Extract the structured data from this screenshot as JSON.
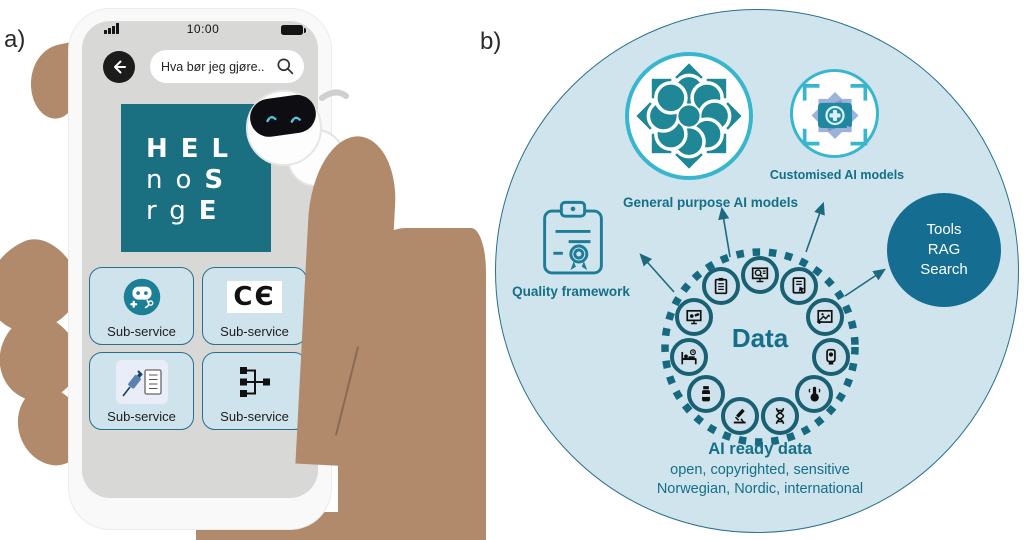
{
  "panels": {
    "a_label": "a)",
    "b_label": "b)"
  },
  "phone": {
    "status": {
      "time": "10:00"
    },
    "search": {
      "query": "Hva bør jeg gjøre.."
    },
    "logo": {
      "row1_bold": "HEL",
      "row2_light": "no",
      "row2_bold": "S",
      "row3_light": "rg",
      "row3_bold": "E"
    },
    "services": [
      {
        "icon": "robot-assistant-icon",
        "label": "Sub-service"
      },
      {
        "icon": "ce-mark-icon",
        "label": "Sub-service",
        "mark": "CЄ"
      },
      {
        "icon": "syringe-checklist-icon",
        "label": "Sub-service"
      },
      {
        "icon": "flowchart-icon",
        "label": "Sub-service"
      }
    ]
  },
  "ecosystem": {
    "labels": {
      "general": "General purpose AI models",
      "customised": "Customised AI models",
      "quality": "Quality framework"
    },
    "tools_circle": {
      "lines": [
        "Tools",
        "RAG",
        "Search"
      ]
    },
    "data_circle": {
      "title": "Data",
      "icons": [
        "screen-search",
        "document-hand",
        "medical-image",
        "health-device",
        "touch-hand",
        "dna",
        "microscope",
        "medicine-bottle",
        "hospital-bed",
        "monitor-prescription",
        "clipboard"
      ]
    },
    "ai_ready": {
      "title": "AI ready data",
      "line1": "open, copyrighted, sensitive",
      "line2": "Norwegian, Nordic, international"
    }
  },
  "colors": {
    "teal_text": "#156f88",
    "panel_bg": "#cfe4ed",
    "flower_teal": "#1f8795",
    "ring_cyan": "#38b6ce",
    "tools_fill": "#156e92",
    "logo_teal": "#1a6f80",
    "hand_brown": "#b18a6b",
    "button_bg": "#cfe3ec",
    "dark_ring": "#1a6073"
  }
}
